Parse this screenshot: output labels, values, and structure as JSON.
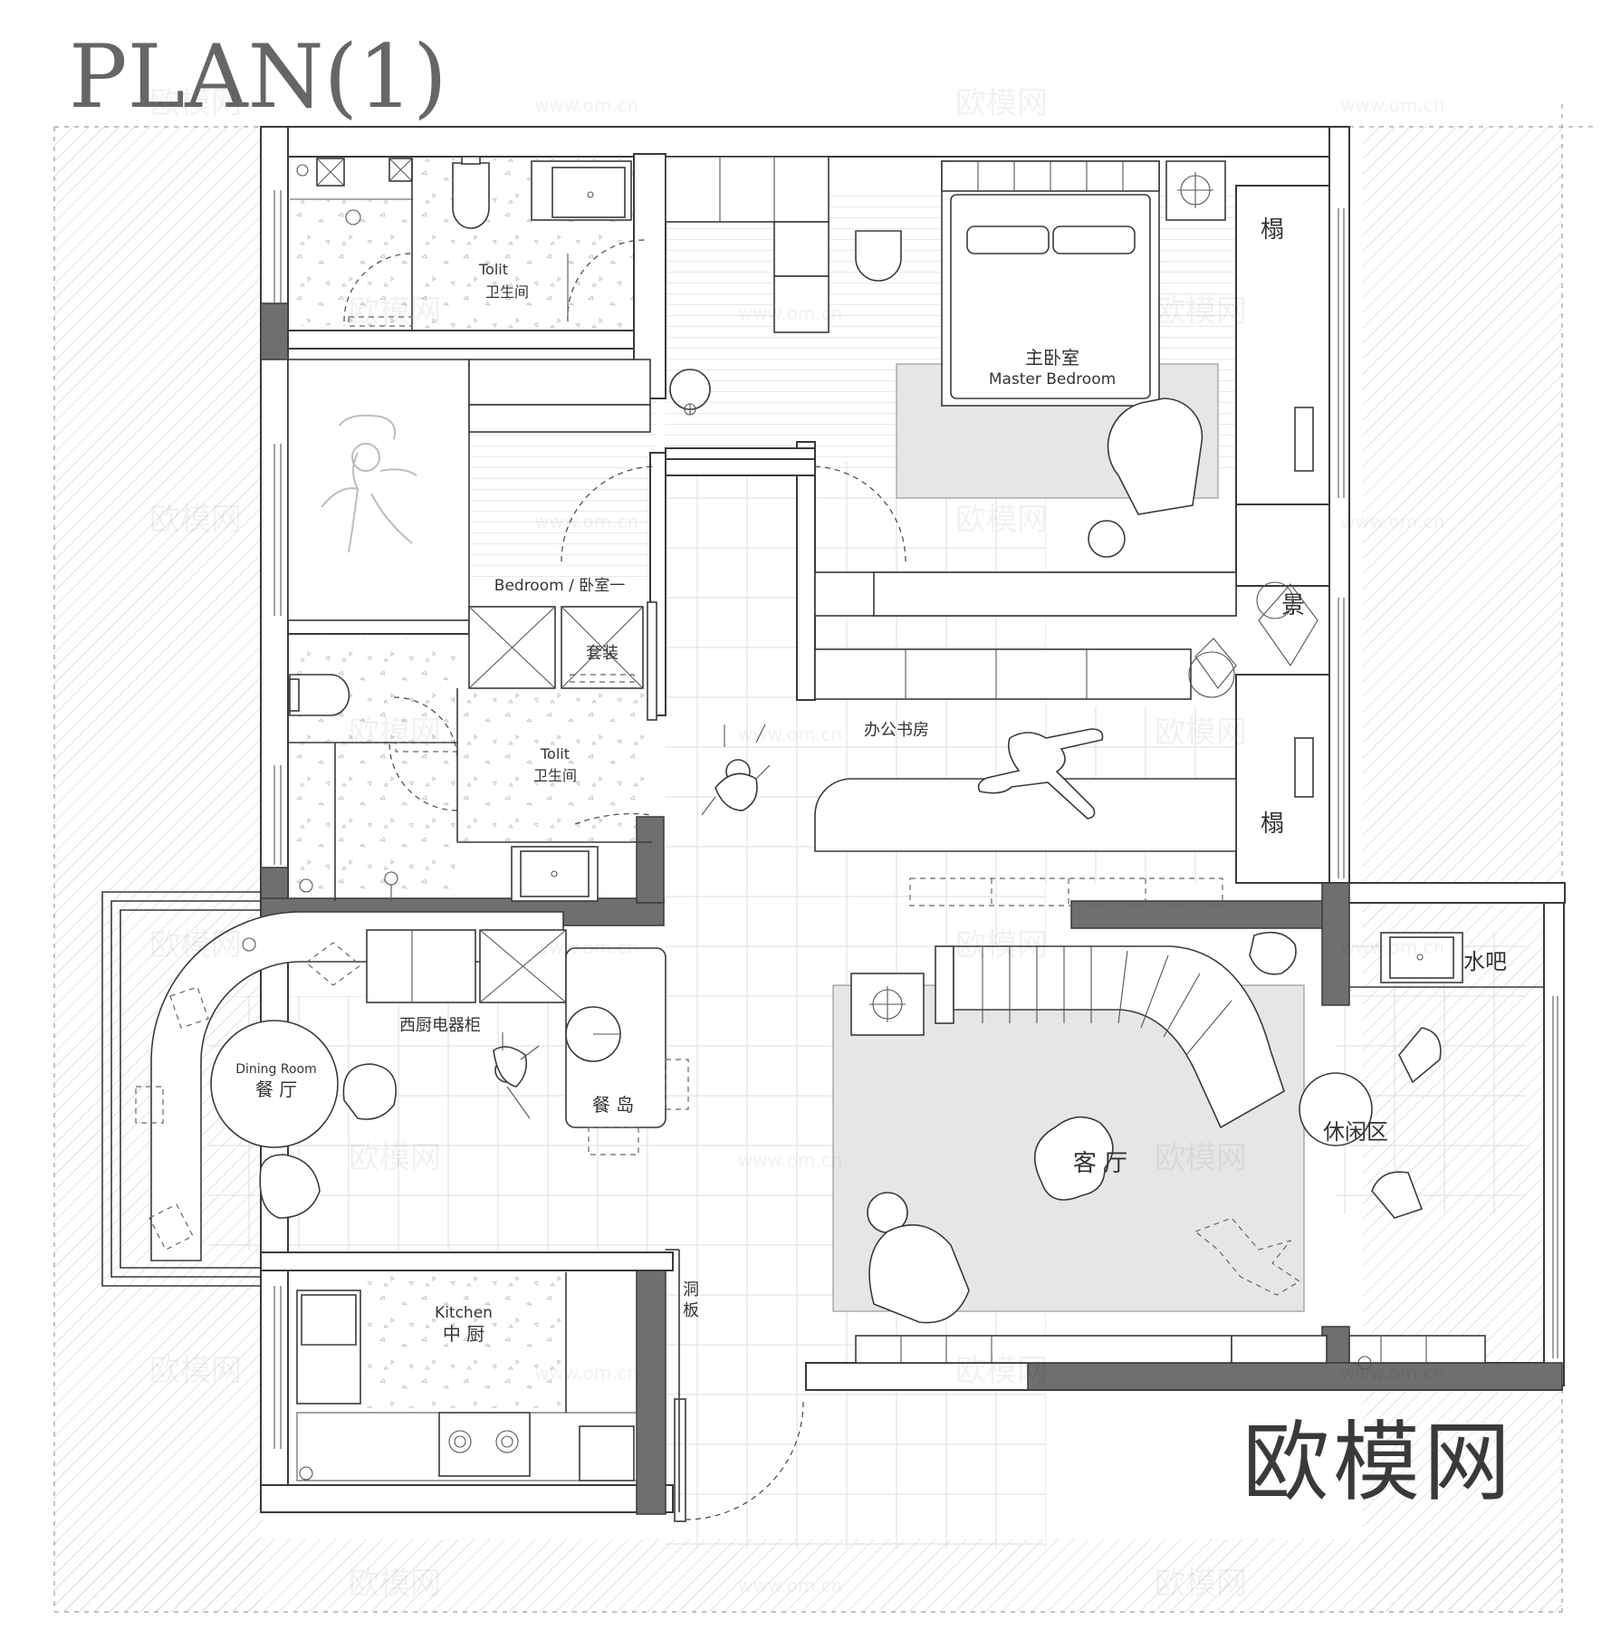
{
  "title": "PLAN(1)",
  "brand": "欧模网",
  "watermarks": {
    "logo": "欧模网",
    "url": "www.om.cn"
  },
  "colors": {
    "wall_dark": "#6f6f70",
    "line": "#3a3a3a",
    "rug": "#e6e6e6",
    "hatch": "#cfcfcf"
  },
  "rooms": {
    "toilet_top": {
      "en": "Tolit",
      "cn": "卫生间"
    },
    "master_bedroom": {
      "cn": "主卧室",
      "en": "Master Bedroom"
    },
    "tatami_top": "榻",
    "bedroom_one": "Bedroom / 卧室一",
    "package": "套装",
    "view_box": "景",
    "toilet_mid": {
      "en": "Tolit",
      "cn": "卫生间"
    },
    "study": "办公书房",
    "tatami_mid": "榻",
    "water_bar": "水吧",
    "appliance_cabinet": "西厨电器柜",
    "dining": {
      "en": "Dining Room",
      "cn": "餐 厅"
    },
    "dining_island": "餐 岛",
    "living": "客 厅",
    "leisure": "休闲区",
    "hole_board": [
      "洞",
      "板"
    ],
    "kitchen": {
      "en": "Kitchen",
      "cn": "中 厨"
    }
  }
}
